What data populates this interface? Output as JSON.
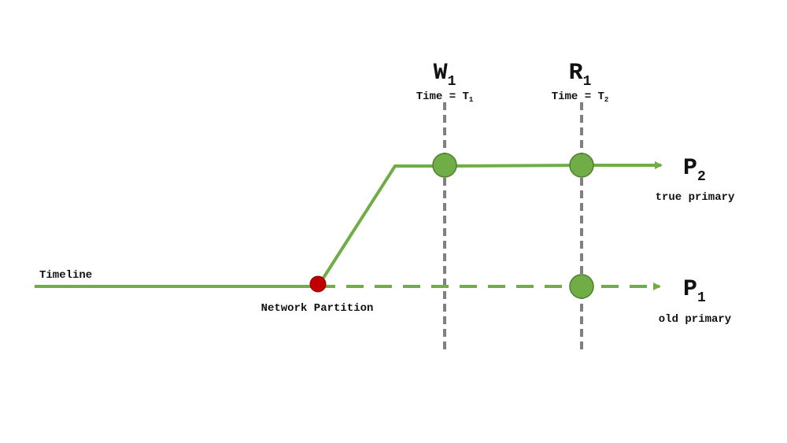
{
  "diagram": {
    "events": [
      {
        "id": "write",
        "letter": "W",
        "index": "1",
        "time_label": "Time = ",
        "time_letter": "T",
        "time_index": "1"
      },
      {
        "id": "read",
        "letter": "R",
        "index": "1",
        "time_label": "Time = ",
        "time_letter": "T",
        "time_index": "2"
      }
    ],
    "primaries": [
      {
        "id": "p2",
        "letter": "P",
        "index": "2",
        "caption": "true primary"
      },
      {
        "id": "p1",
        "letter": "P",
        "index": "1",
        "caption": "old primary"
      }
    ],
    "timeline_label": "Timeline",
    "partition_label": "Network Partition",
    "colors": {
      "line": "#70AD47",
      "node_fill": "#70AD47",
      "node_stroke": "#4E7F2E",
      "partition_fill": "#C00000",
      "guide": "#808080"
    }
  }
}
